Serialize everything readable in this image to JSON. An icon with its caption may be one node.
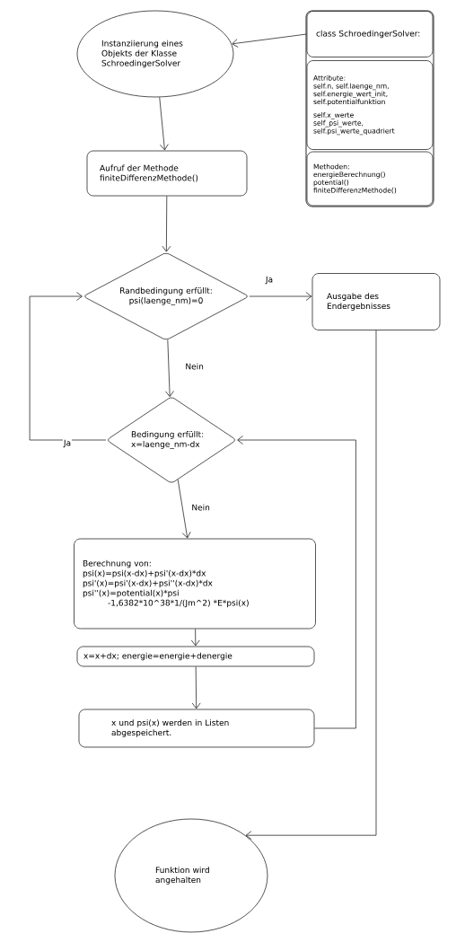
{
  "diagram": {
    "nodes": [
      {
        "text": [
          "Instanziierung eines Objekts der Klasse SchroedingerSolver"
        ]
      },
      {
        "text": [
          "class SchroedingerSolver:"
        ]
      },
      {
        "text": [
          "Attribute:",
          "self.n, self.laenge_nm,",
          "self.energie_wert_init,",
          "self.potentialfunktion",
          "self.x_werte",
          "self_psi_werte,",
          "self.psi_werte_quadriert"
        ],
        "in": 1
      },
      {
        "text": [
          "Methoden:",
          "energieBerechnung()",
          "potential()",
          "finiteDifferenzMethode()"
        ],
        "in": 1
      },
      {
        "text": [
          "Aufruf der Methode finiteDifferenzMethode()"
        ]
      },
      {
        "text": [
          "Randbedingung erfüllt: psi(laenge_nm)=0"
        ]
      },
      {
        "text": [
          "Ausgabe des Endergebnisses"
        ]
      },
      {
        "text": [
          "Bedingung erfüllt: x=laenge_nm-dx"
        ]
      },
      {
        "text": [
          "Berechnung von:",
          "psi(x)=psi(x-dx)+psi'(x-dx)*dx",
          "psi'(x)=psi'(x-dx)+psi''(x-dx)*dx",
          "psi''(x)=potential(x)*psi",
          "-1,6382*10^38*1/(Jm^2) *E*psi(x)"
        ]
      },
      {
        "text": [
          "x=x+dx;  energie=energie+denergie"
        ]
      },
      {
        "text": [
          "x und psi(x) werden in Listen abgespeichert."
        ]
      },
      {
        "text": [
          "Funktion wird angehalten"
        ]
      }
    ],
    "edges": [
      {
        "from": 1,
        "to": 0,
        "arrow": "to"
      },
      {
        "from": 0,
        "to": 4,
        "arrow": "to"
      },
      {
        "from": 4,
        "to": 5,
        "arrow": "to"
      },
      {
        "from": 5,
        "to": 6,
        "arrow": "to",
        "label": "Ja"
      },
      {
        "from": 5,
        "to": 7,
        "arrow": "to",
        "label": "Nein"
      },
      {
        "from": 7,
        "to": 5,
        "arrow": "to",
        "label": "Ja"
      },
      {
        "from": 7,
        "to": 8,
        "arrow": "to",
        "label": "Nein"
      },
      {
        "from": 8,
        "to": 9,
        "arrow": "to"
      },
      {
        "from": 9,
        "to": 10,
        "arrow": "to"
      },
      {
        "from": 10,
        "to": 7,
        "arrow": "to"
      },
      {
        "from": 6,
        "to": 11,
        "arrow": "to"
      }
    ]
  }
}
